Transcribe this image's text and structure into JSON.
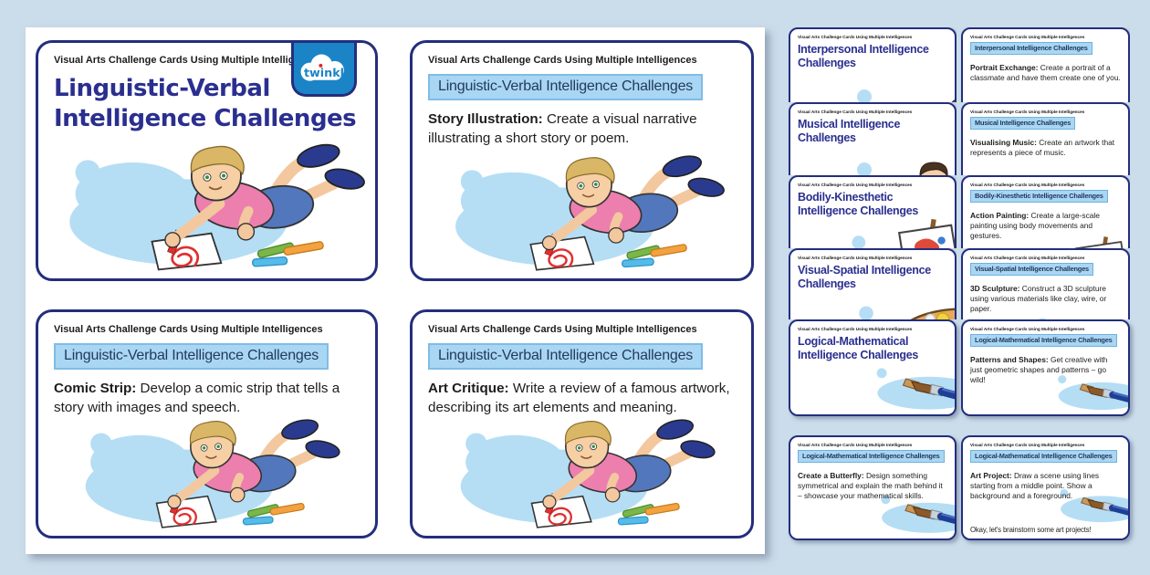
{
  "page_title": "Visual Arts Challenge Cards Using Multiple Intelligences",
  "card_header": "Visual Arts Challenge Cards Using Multiple Intelligences",
  "logo": {
    "label": "twinkl"
  },
  "colors": {
    "background": "#cbdcea",
    "card_border": "#232e7d",
    "title_text": "#2a2f8f",
    "banner_bg": "#a9d6f3",
    "banner_border": "#7ebde6",
    "blob_blue": "#b5def5",
    "logo_blue": "#1b84c7",
    "logo_dot_red": "#e02a2a",
    "body_text": "#1d1d1d"
  },
  "illustrations": {
    "linguistic": "boy-drawing",
    "interpersonal": "hijab-girl",
    "musical": "boy-guitar",
    "bodily_kinesthetic": "girl-easel",
    "visual_spatial": "paint-palette",
    "logical_mathematical": "paintbrush"
  },
  "sheet_cards": [
    {
      "title": "Linguistic-Verbal Intelligence Challenges"
    },
    {
      "banner": "Linguistic-Verbal Intelligence Challenges",
      "lead": "Story Illustration:",
      "body": "Create a visual narrative illustrating a short story or poem."
    },
    {
      "banner": "Linguistic-Verbal Intelligence Challenges",
      "lead": "Comic Strip:",
      "body": "Develop a comic strip that tells a story with images and speech."
    },
    {
      "banner": "Linguistic-Verbal Intelligence Challenges",
      "lead": "Art Critique:",
      "body": "Write a review of a famous artwork, describing its art elements and meaning."
    }
  ],
  "stack": {
    "rows": [
      {
        "left": {
          "title": "Interpersonal Intelligence Challenges"
        },
        "right": {
          "banner": "Interpersonal Intelligence Challenges",
          "lead": "Portrait Exchange:",
          "body": "Create a portrait of a classmate and have them create one of you."
        }
      },
      {
        "left": {
          "title": "Musical Intelligence Challenges"
        },
        "right": {
          "banner": "Musical Intelligence Challenges",
          "lead": "Visualising Music:",
          "body": "Create an artwork that represents a piece of music."
        }
      },
      {
        "left": {
          "title": "Bodily-Kinesthetic Intelligence Challenges"
        },
        "right": {
          "banner": "Bodily-Kinesthetic Intelligence Challenges",
          "lead": "Action Painting:",
          "body": "Create a large-scale painting using body movements and gestures."
        }
      },
      {
        "left": {
          "title": "Visual-Spatial Intelligence Challenges"
        },
        "right": {
          "banner": "Visual-Spatial Intelligence Challenges",
          "lead": "3D Sculpture:",
          "body": "Construct a 3D sculpture using various materials like clay, wire, or paper."
        }
      },
      {
        "left": {
          "title": "Logical-Mathematical Intelligence Challenges"
        },
        "right": {
          "banner": "Logical-Mathematical Intelligence Challenges",
          "lead": "Patterns and Shapes:",
          "body": "Get creative with just geometric shapes and patterns – go wild!"
        }
      },
      {
        "left": {
          "banner": "Logical-Mathematical Intelligence Challenges",
          "lead": "Create a Butterfly:",
          "body": "Design something symmetrical and explain the math behind it – showcase your mathematical skills."
        },
        "right": {
          "banner": "Logical-Mathematical Intelligence Challenges",
          "lead": "Art Project:",
          "body": "Draw a scene using lines starting from a middle point. Show a background and a foreground.",
          "footer": "Okay, let's brainstorm some art projects!"
        }
      }
    ]
  }
}
